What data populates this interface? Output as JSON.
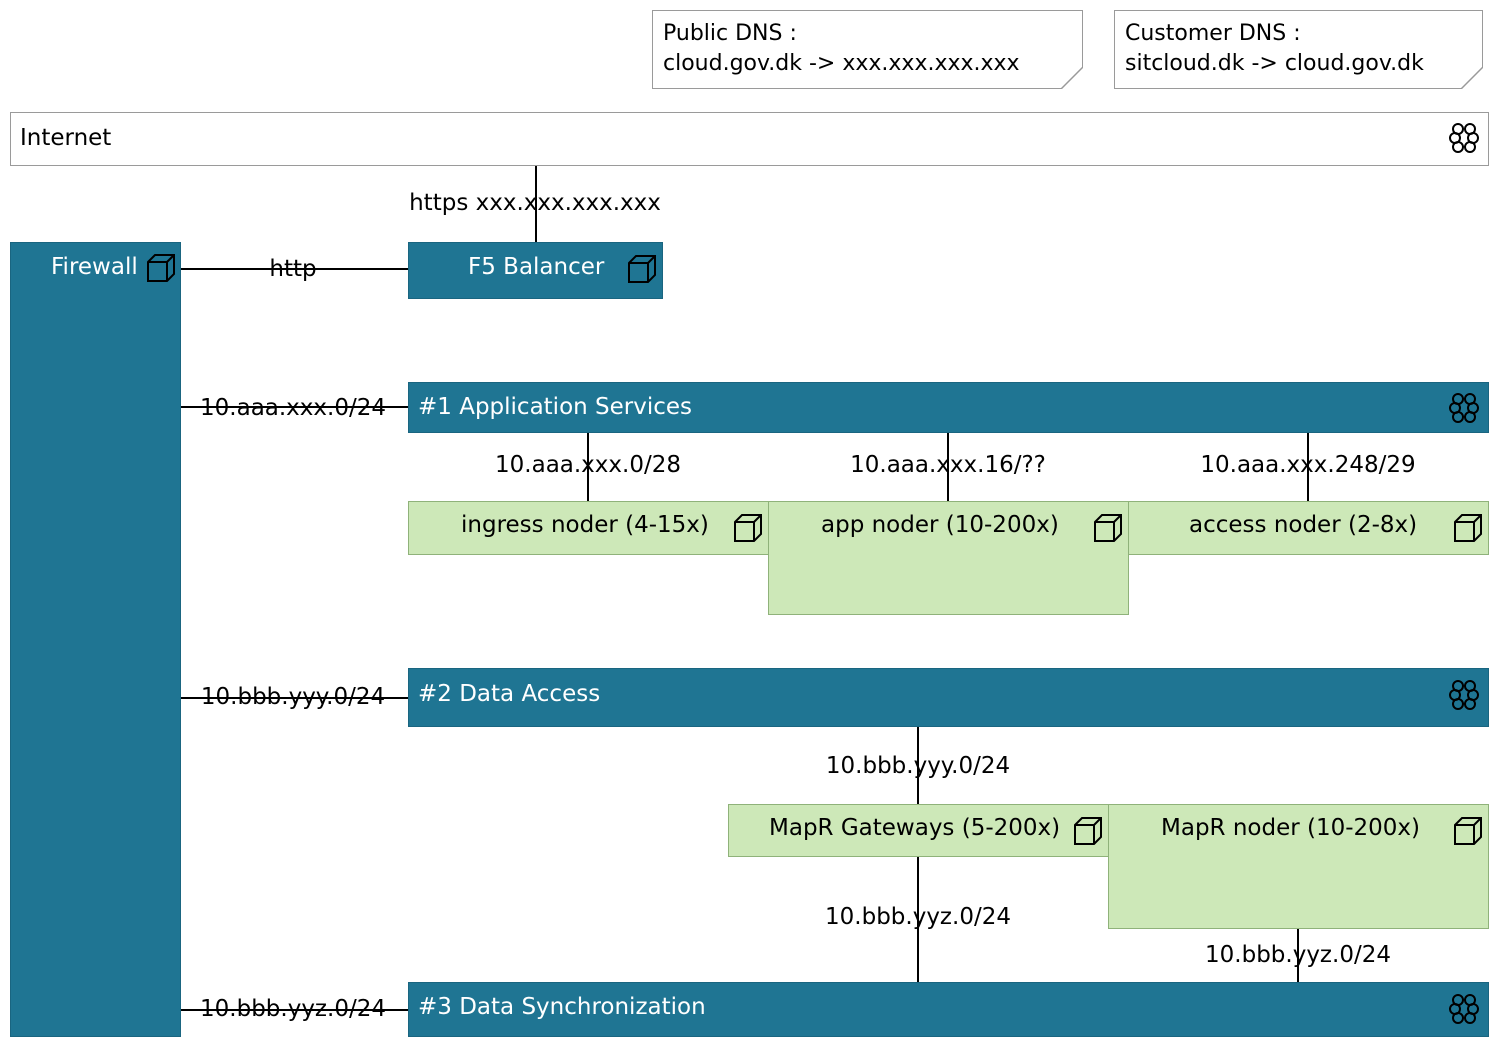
{
  "notes": {
    "public_dns": {
      "line1": "Public DNS :",
      "line2": "cloud.gov.dk -> xxx.xxx.xxx.xxx"
    },
    "customer_dns": {
      "line1": "Customer DNS :",
      "line2": "sitcloud.dk -> cloud.gov.dk"
    }
  },
  "networks": {
    "internet": "Internet",
    "app_services": "#1 Application Services",
    "data_access": "#2 Data Access",
    "data_sync": "#3 Data Synchronization"
  },
  "nodes": {
    "firewall": "Firewall",
    "f5": "F5 Balancer",
    "ingress": "ingress noder (4-15x)",
    "app": "app noder (10-200x)",
    "access": "access noder (2-8x)",
    "mapr_gateways": "MapR Gateways (5-200x)",
    "mapr_noder": "MapR noder (10-200x)"
  },
  "edges": {
    "https": "https xxx.xxx.xxx.xxx",
    "http": "http",
    "fw_app": "10.aaa.xxx.0/24",
    "ingress_sub": "10.aaa.xxx.0/28",
    "app_sub": "10.aaa.xxx.16/??",
    "access_sub": "10.aaa.xxx.248/29",
    "fw_data": "10.bbb.yyy.0/24",
    "gw_up": "10.bbb.yyy.0/24",
    "gw_down": "10.bbb.yyz.0/24",
    "mapr_down": "10.bbb.yyz.0/24",
    "fw_sync": "10.bbb.yyz.0/24"
  },
  "icons": {
    "node": "node-cube-icon",
    "network": "network-icon"
  },
  "colors": {
    "network_fill": "#1f7593",
    "node_fill": "#1f7593",
    "component_fill": "#cde8b8"
  }
}
